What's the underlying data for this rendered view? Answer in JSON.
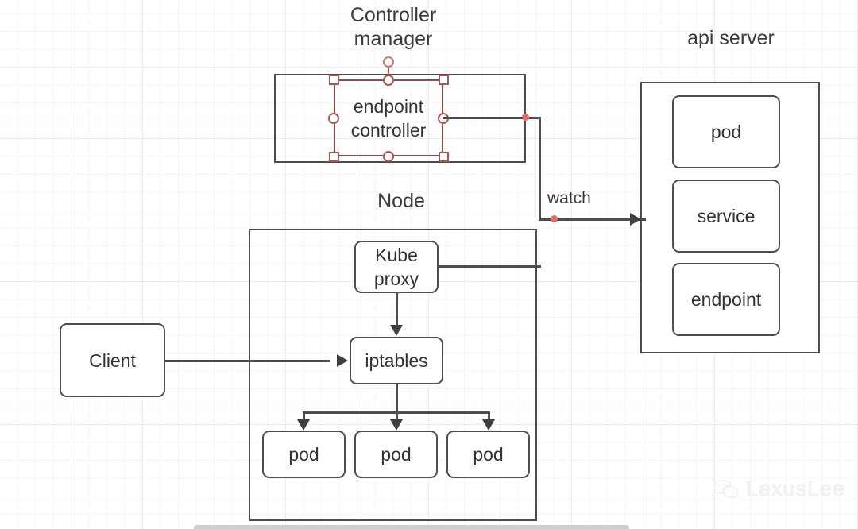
{
  "diagram": {
    "title_labels": {
      "controller_manager": "Controller\nmanager",
      "api_server": "api server",
      "node": "Node"
    },
    "groups": {
      "controller_manager": {
        "label": "Controller\nmanager",
        "children": [
          {
            "label": "endpoint\ncontroller",
            "selected": true
          }
        ]
      },
      "api_server": {
        "label": "api server",
        "children": [
          {
            "label": "pod"
          },
          {
            "label": "service"
          },
          {
            "label": "endpoint"
          }
        ]
      },
      "node": {
        "label": "Node",
        "children": [
          {
            "label": "Kube\nproxy"
          },
          {
            "label": "iptables"
          },
          {
            "label": "pod"
          },
          {
            "label": "pod"
          },
          {
            "label": "pod"
          }
        ]
      }
    },
    "standalone": {
      "client": "Client"
    },
    "edges": [
      {
        "from": "endpoint controller",
        "to": "api server",
        "label": "watch"
      },
      {
        "from": "Kube proxy",
        "to": "api server",
        "label": ""
      },
      {
        "from": "Client",
        "to": "iptables",
        "label": ""
      },
      {
        "from": "Kube proxy",
        "to": "iptables",
        "label": ""
      },
      {
        "from": "iptables",
        "to": "pod",
        "label": ""
      },
      {
        "from": "iptables",
        "to": "pod",
        "label": ""
      },
      {
        "from": "iptables",
        "to": "pod",
        "label": ""
      }
    ],
    "edge_labels": {
      "watch": "watch"
    },
    "watermark": {
      "text": "LexusLee",
      "icon": "wechat-icon"
    },
    "colors": {
      "stroke": "#4d4d4d",
      "text": "#333333",
      "selection": "#b0544c",
      "endpoint_dot": "#ea6a61",
      "grid_minor": "#f5f5f5",
      "grid_major": "#ececec",
      "canvas": "#ffffff"
    }
  }
}
